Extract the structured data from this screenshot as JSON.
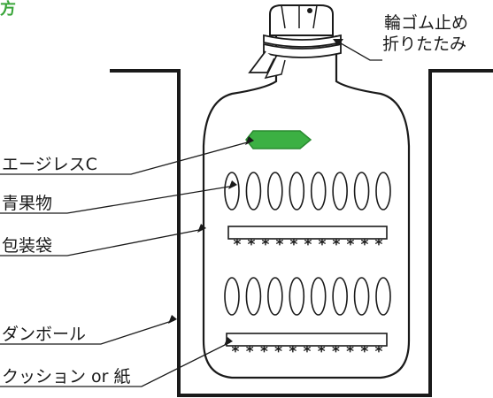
{
  "corner_text": "方",
  "labels": {
    "top_right_line1": "輪ゴム止め",
    "top_right_line2": "折りたたみ",
    "oxygen_absorber": "エージレスC",
    "produce": "青果物",
    "packaging_bag": "包装袋",
    "cardboard": "ダンボール",
    "cushion": "クッション or 紙"
  },
  "cushion_star_glyph": "*",
  "cushion_star_count": 11,
  "produce_ovals_per_row": 8,
  "colors": {
    "outline": "#1a1a1a",
    "absorber_fill": "#3cb043",
    "absorber_stroke": "#2a8a30",
    "corner_text": "#3aa53a"
  }
}
